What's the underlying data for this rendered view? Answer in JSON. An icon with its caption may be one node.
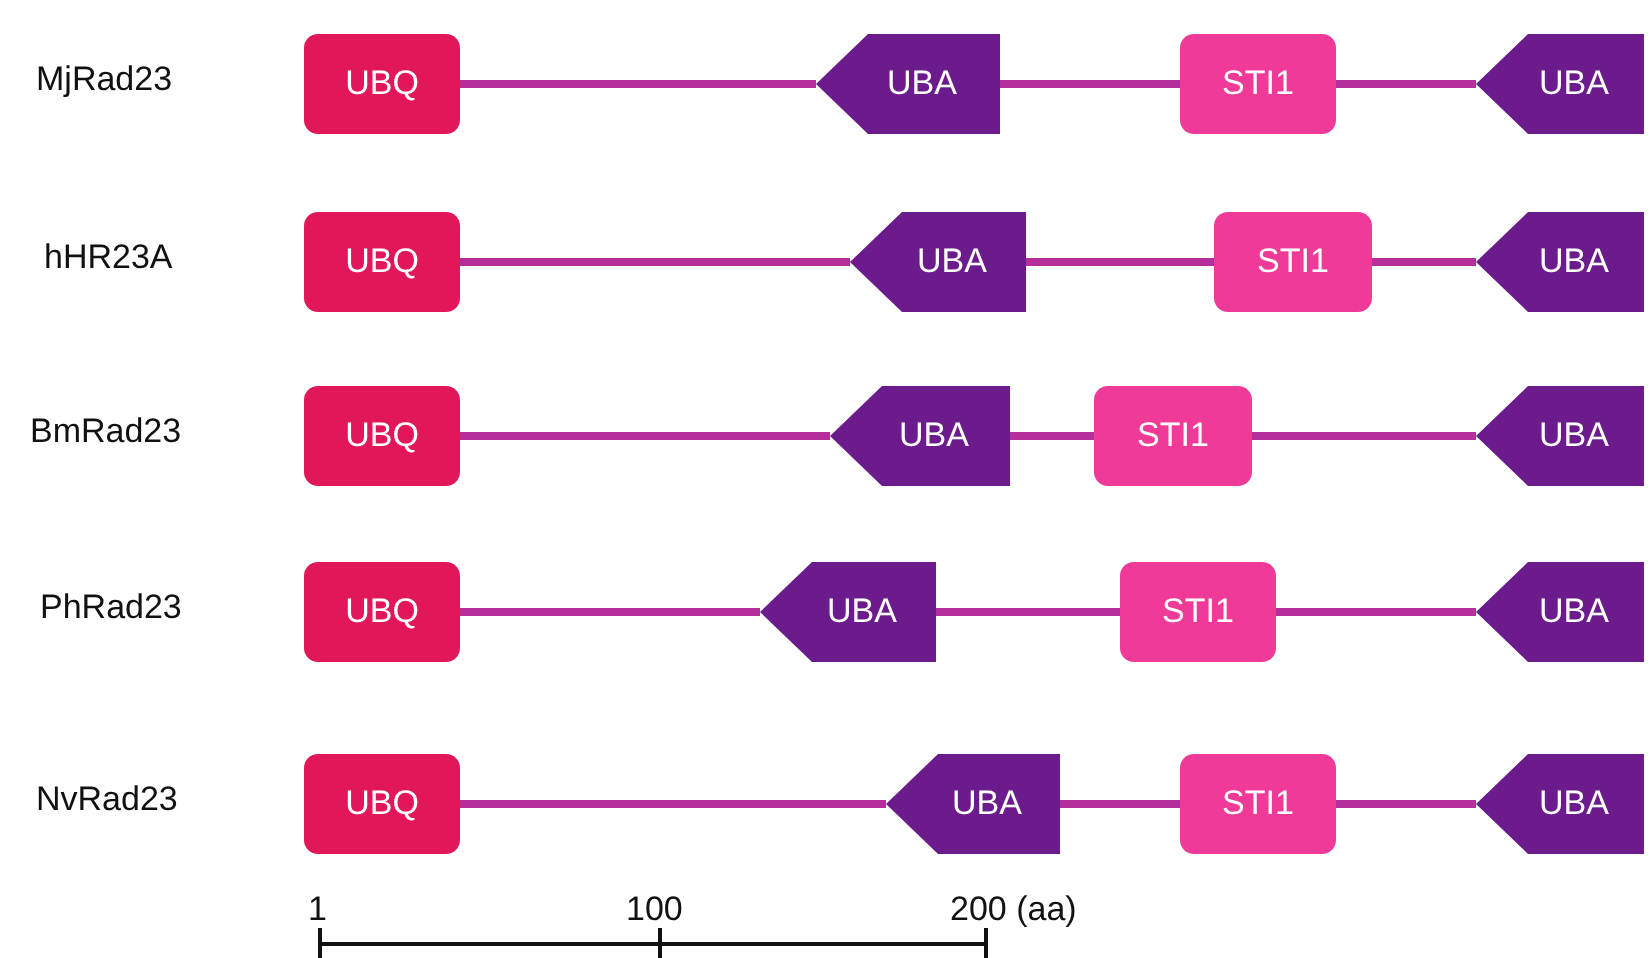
{
  "diagram": {
    "nodes": [
      {
        "text": [
          "UBQ"
        ]
      },
      {
        "text": [
          "UBA"
        ]
      },
      {
        "text": [
          "STI1"
        ]
      },
      {
        "text": [
          "UBA"
        ]
      },
      {
        "text": [
          "UBQ"
        ]
      },
      {
        "text": [
          "UBA"
        ]
      },
      {
        "text": [
          "STI1"
        ]
      },
      {
        "text": [
          "UBA"
        ]
      },
      {
        "text": [
          "UBQ"
        ]
      },
      {
        "text": [
          "UBA"
        ]
      },
      {
        "text": [
          "STI1"
        ]
      },
      {
        "text": [
          "UBA"
        ]
      },
      {
        "text": [
          "UBQ"
        ]
      },
      {
        "text": [
          "UBA"
        ]
      },
      {
        "text": [
          "STI1"
        ]
      },
      {
        "text": [
          "UBA"
        ]
      },
      {
        "text": [
          "UBQ"
        ]
      },
      {
        "text": [
          "UBA"
        ]
      },
      {
        "text": [
          "STI1"
        ]
      },
      {
        "text": [
          "UBA"
        ]
      }
    ],
    "edges": [
      {
        "from": 0,
        "to": 1,
        "arrow": "none"
      },
      {
        "from": 1,
        "to": 2,
        "arrow": "none"
      },
      {
        "from": 2,
        "to": 3,
        "arrow": "none"
      },
      {
        "from": 4,
        "to": 5,
        "arrow": "none"
      },
      {
        "from": 5,
        "to": 6,
        "arrow": "none"
      },
      {
        "from": 6,
        "to": 7,
        "arrow": "none"
      },
      {
        "from": 8,
        "to": 9,
        "arrow": "none"
      },
      {
        "from": 9,
        "to": 10,
        "arrow": "none"
      },
      {
        "from": 10,
        "to": 11,
        "arrow": "none"
      },
      {
        "from": 12,
        "to": 13,
        "arrow": "none"
      },
      {
        "from": 13,
        "to": 14,
        "arrow": "none"
      },
      {
        "from": 14,
        "to": 15,
        "arrow": "none"
      },
      {
        "from": 16,
        "to": 17,
        "arrow": "none"
      },
      {
        "from": 17,
        "to": 18,
        "arrow": "none"
      },
      {
        "from": 18,
        "to": 19,
        "arrow": "none"
      }
    ],
    "labels": [
      "MjRad23",
      "hHR23A",
      "BmRad23",
      "PhRad23",
      "NvRad23",
      "1",
      "100",
      "200 (aa)"
    ]
  }
}
